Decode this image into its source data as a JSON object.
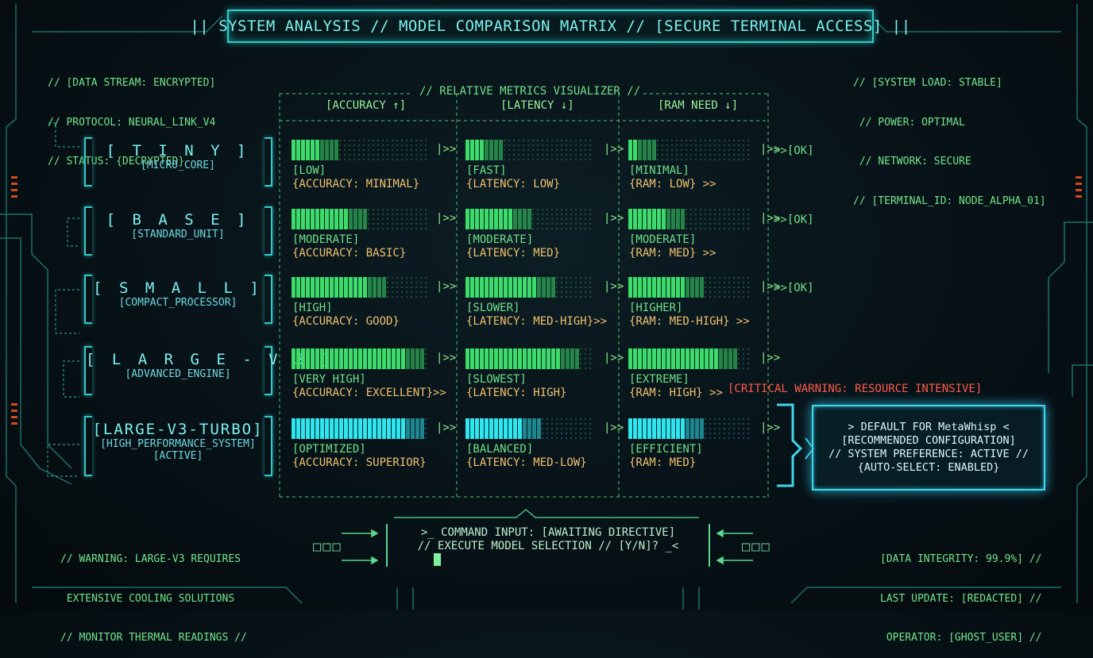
{
  "title": "|| SYSTEM ANALYSIS // MODEL COMPARISON MATRIX // [SECURE TERMINAL ACCESS] ||",
  "info_left": [
    "// [DATA STREAM: ENCRYPTED]",
    "// PROTOCOL: NEURAL_LINK_V4",
    "// STATUS: {DECRYPTED}"
  ],
  "info_right": [
    "// [SYSTEM LOAD: STABLE]",
    " // POWER: OPTIMAL",
    " // NETWORK: SECURE",
    "// [TERMINAL_ID: NODE_ALPHA_01]"
  ],
  "visualizer_title": "// RELATIVE METRICS VISUALIZER //",
  "columns": [
    "[ACCURACY ↑]",
    "[LATENCY ↓]",
    "[RAM NEED ↓]"
  ],
  "models": [
    {
      "name": "[ T I N Y ]",
      "sub": [
        "[MICRO_CORE]"
      ],
      "accuracy": {
        "level": 0.35,
        "label": "[LOW]",
        "detail": "{ACCURACY: MINIMAL}"
      },
      "latency": {
        "level": 0.28,
        "label": "[FAST]",
        "detail": "{LATENCY: LOW}"
      },
      "ram": {
        "level": 0.22,
        "label": "[MINIMAL]",
        "detail": "{RAM: LOW} >>"
      },
      "status": ">>[OK]"
    },
    {
      "name": "[ B A S E ]",
      "sub": [
        "[STANDARD_UNIT]"
      ],
      "accuracy": {
        "level": 0.55,
        "label": "[MODERATE]",
        "detail": "{ACCURACY: BASIC}"
      },
      "latency": {
        "level": 0.5,
        "label": "[MODERATE]",
        "detail": "{LATENCY: MED}"
      },
      "ram": {
        "level": 0.48,
        "label": "[MODERATE]",
        "detail": "{RAM: MED} >>"
      },
      "status": ">>[OK]"
    },
    {
      "name": "[ S M A L L ]",
      "sub": [
        "[COMPACT_PROCESSOR]"
      ],
      "accuracy": {
        "level": 0.7,
        "label": "[HIGH]",
        "detail": "{ACCURACY: GOOD}"
      },
      "latency": {
        "level": 0.7,
        "label": "[SLOWER]",
        "detail": "{LATENCY: MED-HIGH}>>"
      },
      "ram": {
        "level": 0.62,
        "label": "[HIGHER]",
        "detail": "{RAM: MED-HIGH} >>"
      },
      "status": ">>[OK]"
    },
    {
      "name": "[ L A R G E - V 3 ]",
      "sub": [
        "[ADVANCED_ENGINE]"
      ],
      "accuracy": {
        "level": 0.95,
        "label": "[VERY HIGH]",
        "detail": "{ACCURACY: EXCELLENT}>>"
      },
      "latency": {
        "level": 0.9,
        "label": "[SLOWEST]",
        "detail": "{LATENCY: HIGH}"
      },
      "ram": {
        "level": 0.9,
        "label": "[EXTREME]",
        "detail": "{RAM: HIGH} >>"
      },
      "status": "",
      "warning": "[CRITICAL WARNING: RESOURCE INTENSIVE]"
    },
    {
      "name": "[LARGE-V3-TURBO]",
      "sub": [
        "[HIGH_PERFORMANCE_SYSTEM]",
        "[ACTIVE]"
      ],
      "accuracy": {
        "level": 0.95,
        "label": "[OPTIMIZED]",
        "detail": "{ACCURACY: SUPERIOR}"
      },
      "latency": {
        "level": 0.58,
        "label": "[BALANCED]",
        "detail": "{LATENCY: MED-LOW}"
      },
      "ram": {
        "level": 0.6,
        "label": "[EFFICIENT]",
        "detail": "{RAM: MED}"
      },
      "status": "",
      "active": true
    }
  ],
  "default_box": [
    "> DEFAULT FOR MetaWhisp <",
    "[RECOMMENDED CONFIGURATION]",
    "// SYSTEM PREFERENCE: ACTIVE //",
    "{AUTO-SELECT: ENABLED}"
  ],
  "warning_bottom": [
    "// WARNING: LARGE-V3 REQUIRES",
    " EXTENSIVE COOLING SOLUTIONS",
    "// MONITOR THERMAL READINGS //"
  ],
  "command": {
    "line1": ">_ COMMAND INPUT: [AWAITING DIRECTIVE]",
    "line2": "// EXECUTE MODEL SELECTION // [Y/N]? _<"
  },
  "squares": "□□□",
  "integrity": [
    "[DATA INTEGRITY: 99.9%] //",
    "LAST UPDATE: [REDACTED] //",
    "OPERATOR: [GHOST_USER] //"
  ],
  "colors": {
    "green": "#3ddc6a",
    "cyan": "#2ee6f0",
    "frame": "#37c8c8",
    "warn": "#ff5a4a",
    "amber": "#f0c070"
  }
}
